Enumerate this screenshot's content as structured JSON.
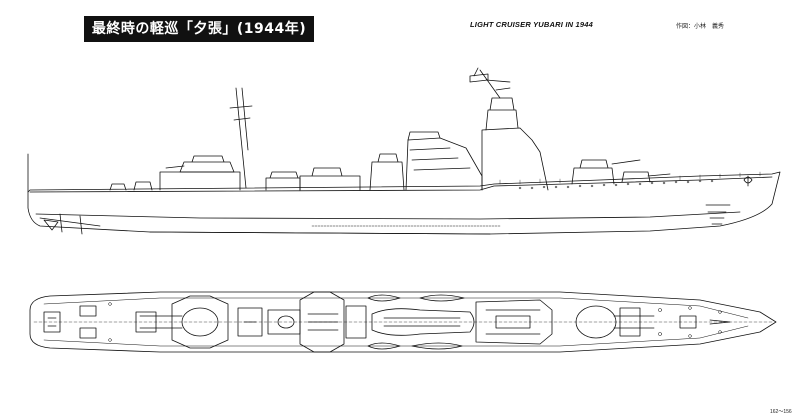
{
  "header": {
    "title_jp": "最終時の軽巡「夕張」(1944年)",
    "title_en": "LIGHT CRUISER YUBARI IN 1944",
    "credit": "作図：小林　義秀"
  },
  "footer": {
    "page_number": "162〜156"
  },
  "drawings": {
    "side_profile": "side-elevation",
    "top_plan": "plan-view"
  },
  "colors": {
    "ink": "#111111",
    "paper": "#ffffff",
    "shade": "#bfbfbf"
  }
}
